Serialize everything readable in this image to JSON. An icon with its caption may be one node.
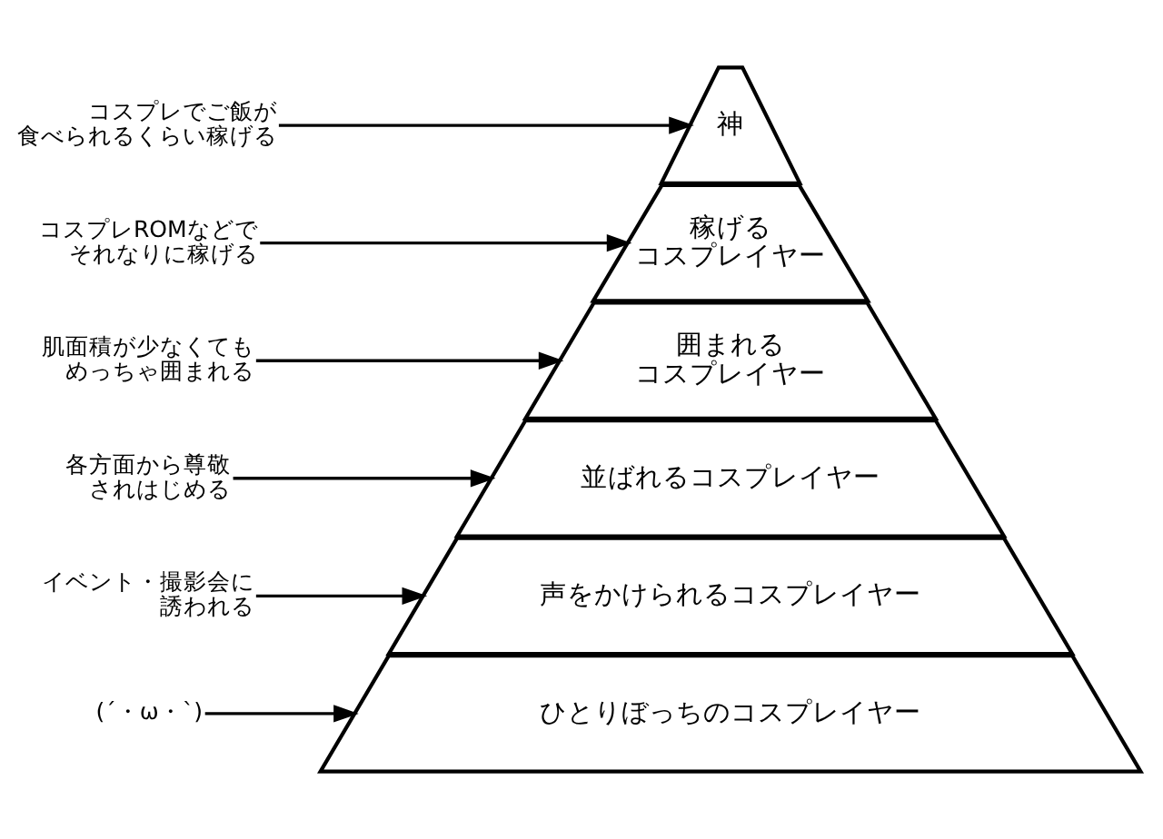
{
  "diagram": {
    "nodes": [
      {
        "text": [
          "神"
        ]
      },
      {
        "text": [
          "稼げるコスプレイヤー"
        ]
      },
      {
        "text": [
          "囲まれるコスプレイヤー"
        ]
      },
      {
        "text": [
          "並ばれるコスプレイヤー"
        ]
      },
      {
        "text": [
          "声をかけられるコスプレイヤー"
        ]
      },
      {
        "text": [
          "ひとりぼっちのコスプレイヤー"
        ]
      },
      {
        "text": [
          "コスプレでご飯が食べられるくらい稼げる"
        ]
      },
      {
        "text": [
          "コスプレROMなどでそれなりに稼げる"
        ]
      },
      {
        "text": [
          "肌面積が少なくてもめっちゃ囲まれる"
        ]
      },
      {
        "text": [
          "各方面から尊敬されはじめる"
        ]
      },
      {
        "text": [
          "イベント・撮影会に誘われる"
        ]
      },
      {
        "text": [
          "(´・ω・`)"
        ]
      }
    ],
    "edges": [
      {
        "from": 6,
        "to": 0,
        "arrow": "to"
      },
      {
        "from": 7,
        "to": 1,
        "arrow": "to"
      },
      {
        "from": 8,
        "to": 2,
        "arrow": "to"
      },
      {
        "from": 9,
        "to": 3,
        "arrow": "to"
      },
      {
        "from": 10,
        "to": 4,
        "arrow": "to"
      },
      {
        "from": 11,
        "to": 5,
        "arrow": "to"
      }
    ]
  }
}
